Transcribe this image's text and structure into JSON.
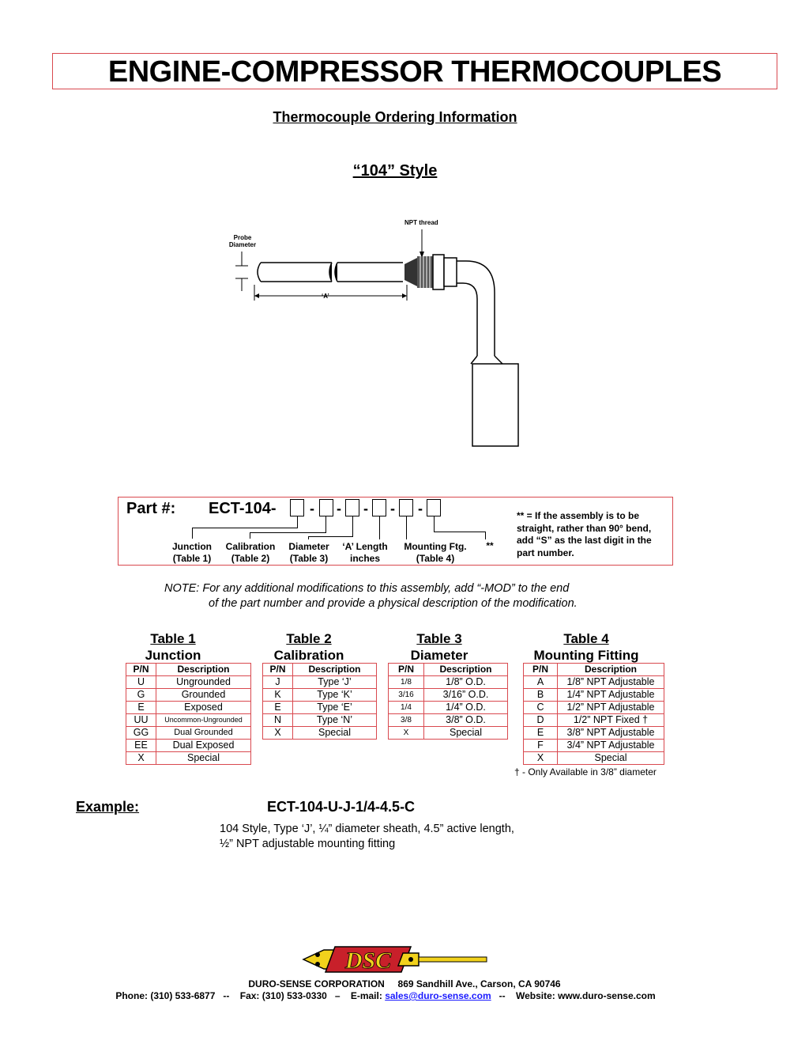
{
  "title": "ENGINE-COMPRESSOR THERMOCOUPLES",
  "subtitle": "Thermocouple Ordering Information",
  "style_title": "“104” Style",
  "diagram": {
    "npt_label": "NPT thread",
    "probe_label_1": "Probe",
    "probe_label_2": "Diameter",
    "a_label": "‘A’"
  },
  "part_number": {
    "label": "Part #:",
    "prefix": "ECT-104-",
    "dash": "-",
    "fields": [
      {
        "line1": "Junction",
        "line2": "(Table 1)"
      },
      {
        "line1": "Calibration",
        "line2": "(Table 2)"
      },
      {
        "line1": "Diameter",
        "line2": "(Table 3)"
      },
      {
        "line1": "‘A’ Length",
        "line2": "inches"
      },
      {
        "line1": "Mounting Ftg.",
        "line2": "(Table 4)"
      }
    ],
    "stars": "**",
    "footnote": "** = If the assembly is to be straight, rather than 90° bend, add “S” as the last digit in the part number."
  },
  "note": {
    "line1": "NOTE: For any additional modifications to this assembly, add “-MOD” to the end",
    "line2": "of the part number and provide a physical description of the modification."
  },
  "tables": {
    "t1": {
      "title": "Table 1",
      "subtitle": "Junction",
      "headers": [
        "P/N",
        "Description"
      ],
      "rows": [
        [
          "U",
          "Ungrounded"
        ],
        [
          "G",
          "Grounded"
        ],
        [
          "E",
          "Exposed"
        ],
        [
          "UU",
          "Uncommon-Ungrounded"
        ],
        [
          "GG",
          "Dual Grounded"
        ],
        [
          "EE",
          "Dual Exposed"
        ],
        [
          "X",
          "Special"
        ]
      ]
    },
    "t2": {
      "title": "Table 2",
      "subtitle": "Calibration",
      "headers": [
        "P/N",
        "Description"
      ],
      "rows": [
        [
          "J",
          "Type ‘J’"
        ],
        [
          "K",
          "Type ‘K’"
        ],
        [
          "E",
          "Type ‘E’"
        ],
        [
          "N",
          "Type ‘N’"
        ],
        [
          "X",
          "Special"
        ]
      ]
    },
    "t3": {
      "title": "Table 3",
      "subtitle": "Diameter",
      "headers": [
        "P/N",
        "Description"
      ],
      "rows": [
        [
          "1/8",
          "1/8” O.D."
        ],
        [
          "3/16",
          "3/16” O.D."
        ],
        [
          "1/4",
          "1/4” O.D."
        ],
        [
          "3/8",
          "3/8” O.D."
        ],
        [
          "X",
          "Special"
        ]
      ]
    },
    "t4": {
      "title": "Table 4",
      "subtitle": "Mounting Fitting",
      "headers": [
        "P/N",
        "Description"
      ],
      "rows": [
        [
          "A",
          "1/8” NPT Adjustable"
        ],
        [
          "B",
          "1/4” NPT Adjustable"
        ],
        [
          "C",
          "1/2” NPT Adjustable"
        ],
        [
          "D",
          "1/2” NPT Fixed †"
        ],
        [
          "E",
          "3/8” NPT Adjustable"
        ],
        [
          "F",
          "3/4” NPT Adjustable"
        ],
        [
          "X",
          "Special"
        ]
      ]
    },
    "dagger_note": "† - Only Available in 3/8” diameter"
  },
  "example": {
    "label": "Example:",
    "value": "ECT-104-U-J-1/4-4.5-C",
    "line1": "104 Style, Type ‘J’, ¼” diameter sheath, 4.5” active length,",
    "line2": "½” NPT adjustable mounting fitting"
  },
  "footer": {
    "logo_text": "DSC",
    "company": "DURO-SENSE CORPORATION",
    "address": "869 Sandhill Ave., Carson, CA  90746",
    "phone": "Phone: (310) 533-6877",
    "fax": "Fax: (310) 533-0330",
    "email_label": "E-mail:",
    "email": "sales@duro-sense.com",
    "website": "Website: www.duro-sense.com"
  },
  "colors": {
    "border": "#d9494f",
    "logo_yellow": "#f2d21c",
    "logo_red": "#c8202a",
    "link": "#1a1aff"
  }
}
